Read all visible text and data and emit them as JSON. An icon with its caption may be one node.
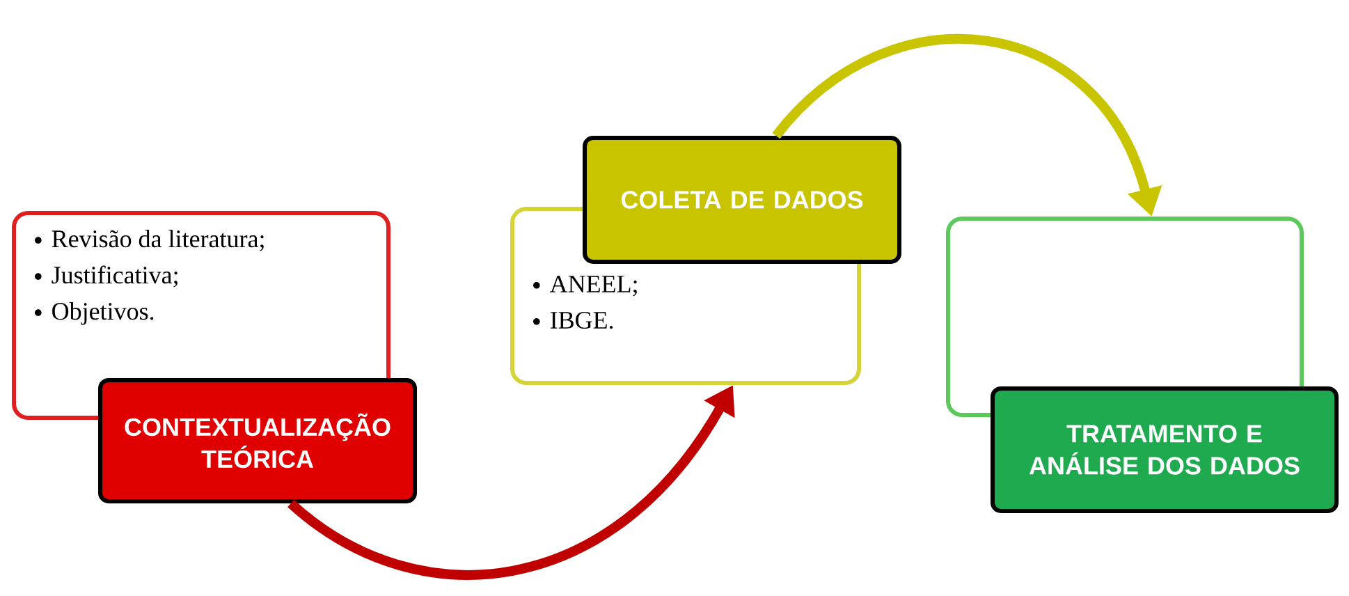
{
  "diagram": {
    "nodes": [
      {
        "text": [
          "Revisão da literatura;",
          "Justificativa;",
          "Objetivos."
        ]
      },
      {
        "text": [
          "CONTEXTUALIZAÇÃO TEÓRICA"
        ]
      },
      {
        "text": [
          "ANEEL;",
          "IBGE."
        ]
      },
      {
        "text": [
          "COLETA DE DADOS"
        ]
      },
      {
        "text": [],
        "shape": "box"
      },
      {
        "text": [
          "TRATAMENTO E ANÁLISE DOS DADOS"
        ]
      }
    ],
    "edges": [
      {
        "from": 1,
        "to": 2,
        "arrow": "to",
        "color": "#c00000"
      },
      {
        "from": 3,
        "to": 4,
        "arrow": "to",
        "color": "#c8c400"
      }
    ]
  }
}
